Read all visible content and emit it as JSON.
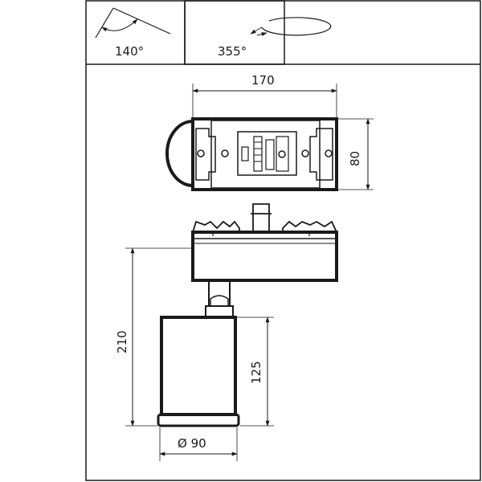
{
  "rotation": {
    "tilt_label": "140°",
    "turn_label": "355°"
  },
  "dimensions": {
    "width_top": "170",
    "depth": "80",
    "height_total": "210",
    "height_body": "125",
    "diameter": "Ø 90"
  }
}
